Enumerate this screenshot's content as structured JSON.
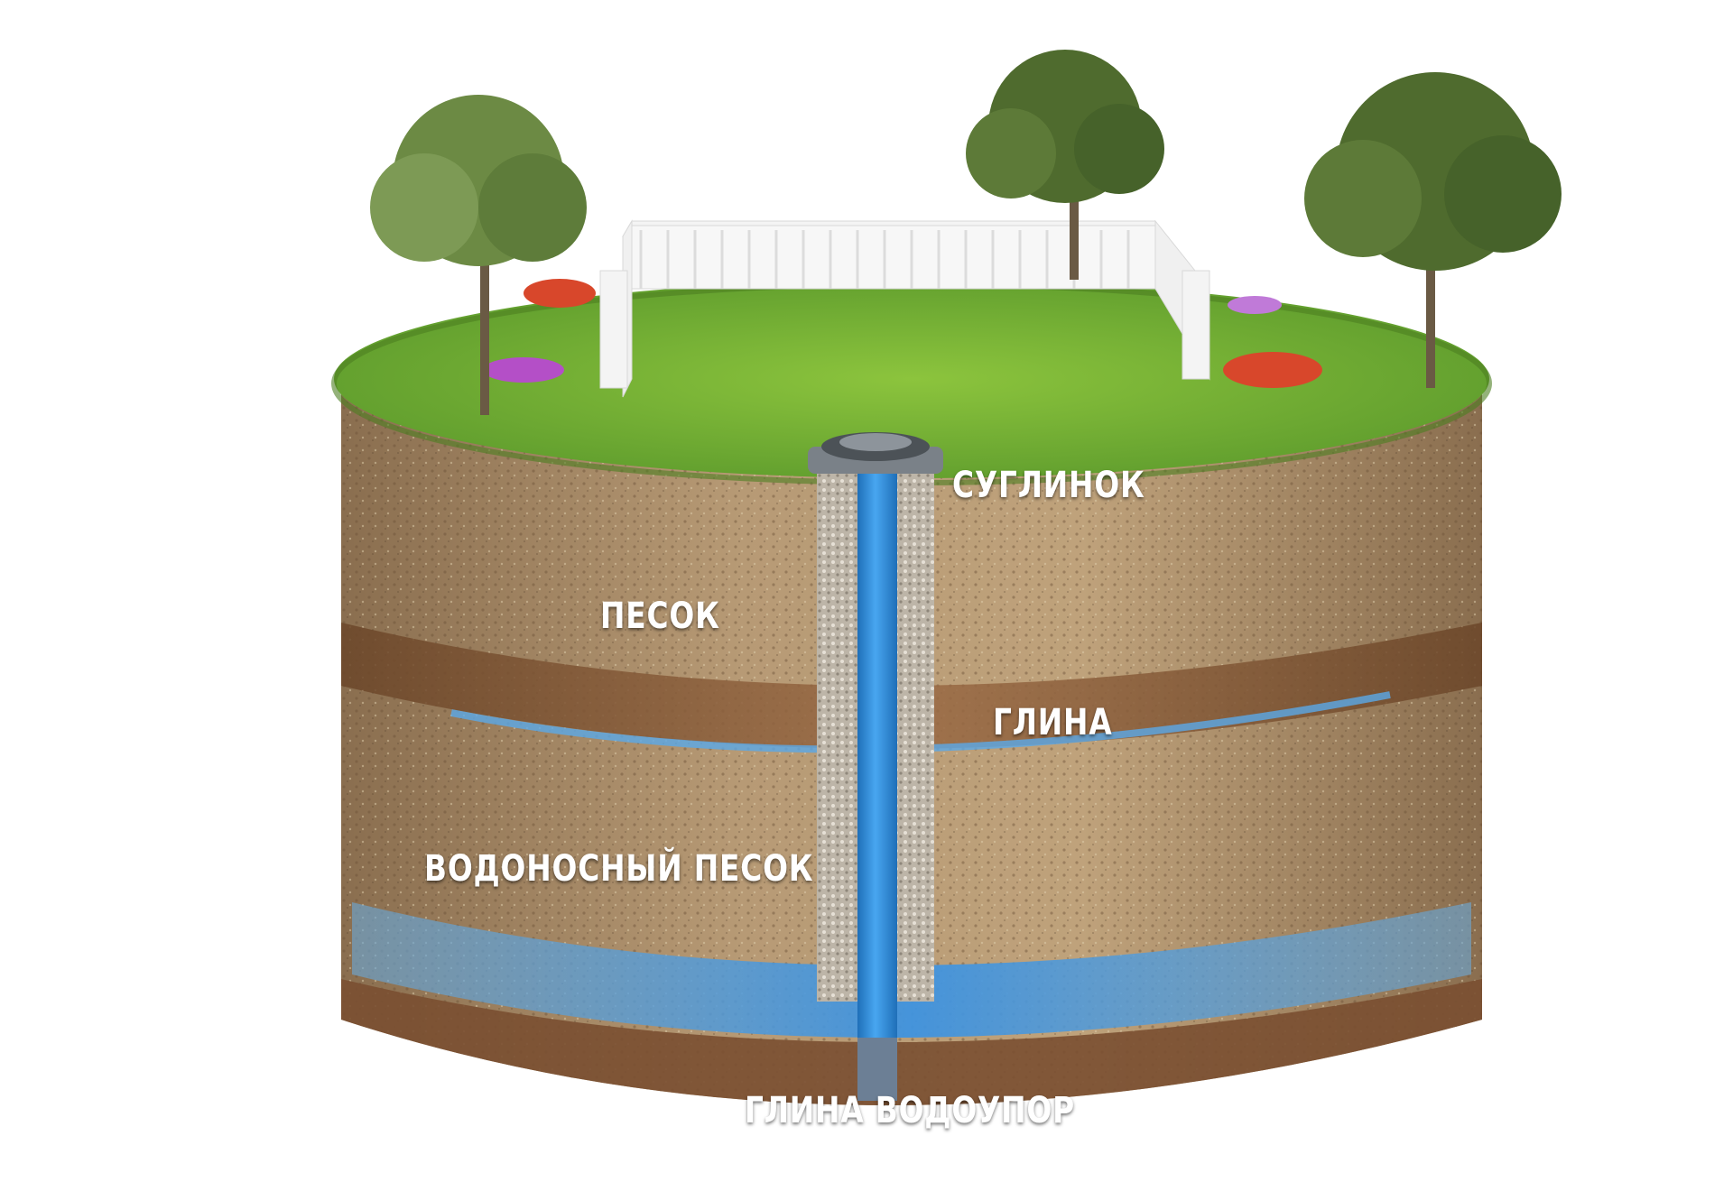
{
  "labels": {
    "suglinok": "СУГЛИНОК",
    "pesok": "ПЕСОК",
    "glina": "ГЛИНА",
    "vodonosny_pesok": "ВОДОНОСНЫЙ ПЕСОК",
    "glina_vodoupor": "ГЛИНА ВОДОУПОР"
  },
  "colors": {
    "grass": "#6fa82f",
    "soil_light": "#b89a74",
    "soil_dark": "#7a5a3c",
    "clay": "#8a5d3b",
    "water": "#3a8fd9",
    "pipe": "#2b86d6",
    "gravel": "#c9c2b6",
    "fence": "#f4f4f4",
    "tree_foliage": "#4f6b2e",
    "flowers": "#d8472b"
  },
  "icons": {
    "trees": "tree-icon",
    "fence": "fence-icon",
    "well_head": "well-cap-icon"
  }
}
